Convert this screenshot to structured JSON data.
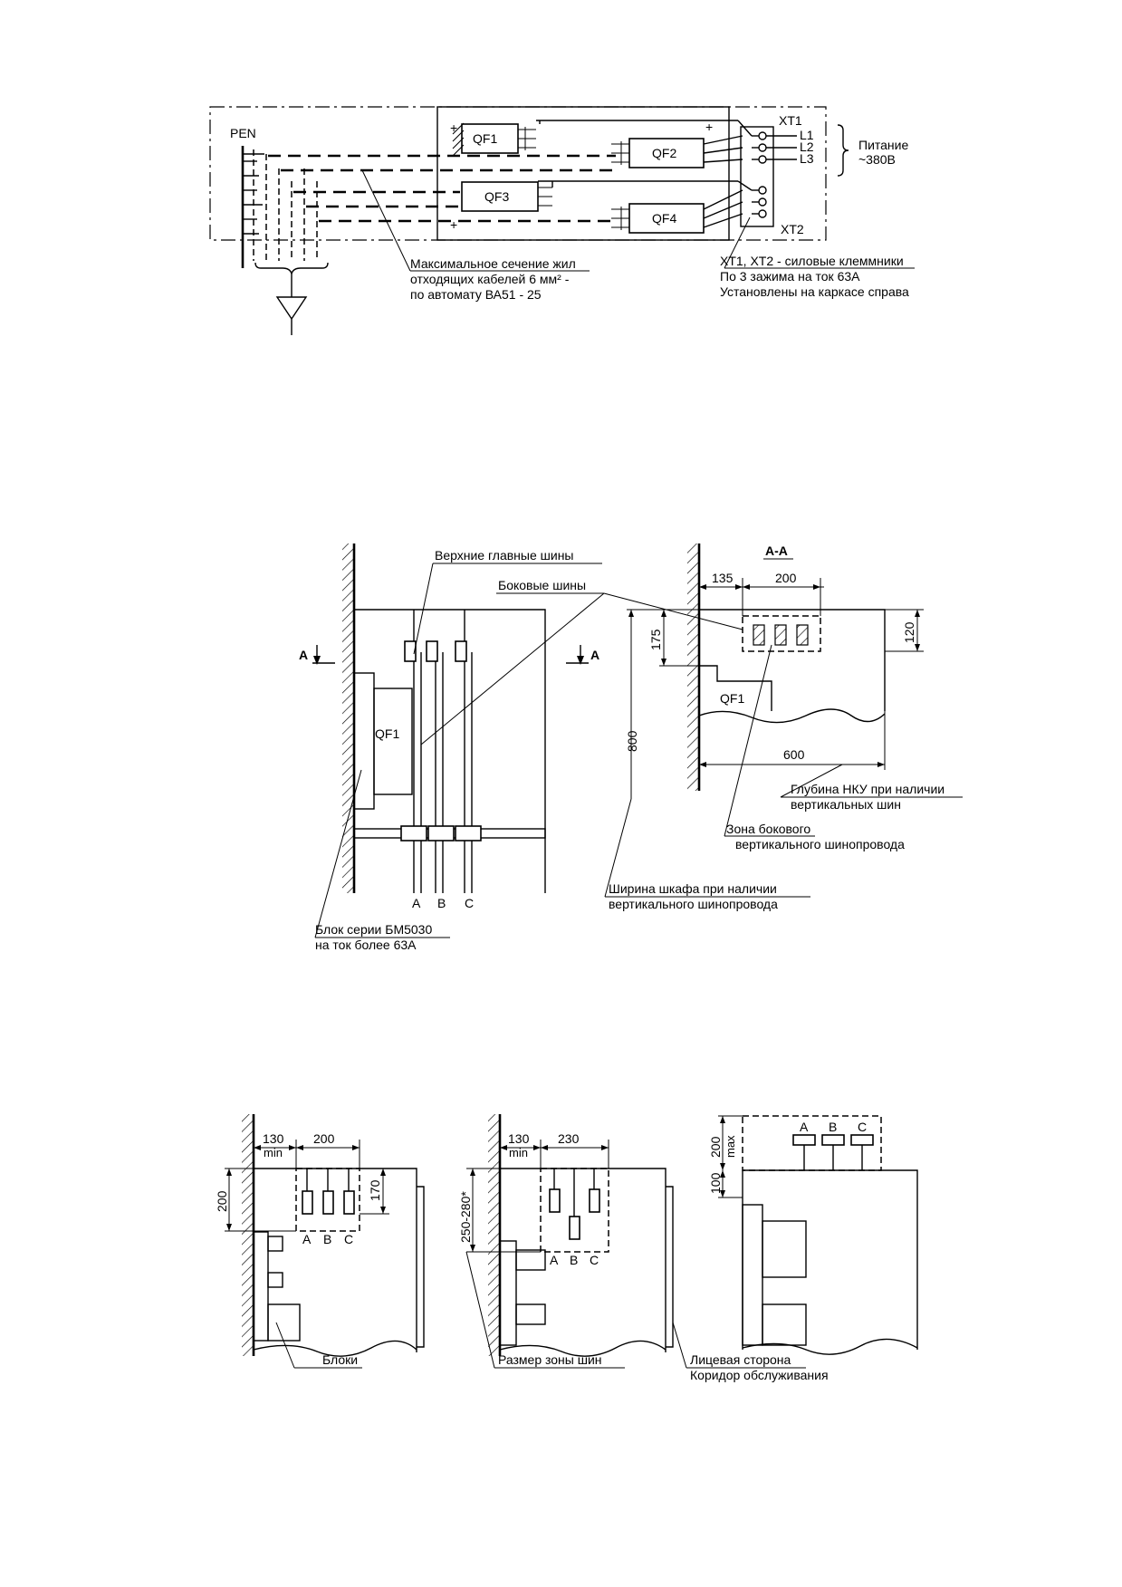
{
  "schematic": {
    "pen_label": "PEN",
    "breakers": [
      "QF1",
      "QF2",
      "QF3",
      "QF4"
    ],
    "terminal_xt1": "XT1",
    "terminal_xt2": "XT2",
    "phases": [
      "L1",
      "L2",
      "L3"
    ],
    "supply_label_1": "Питание",
    "supply_label_2": "~380В",
    "note_cable_1": "Максимальное сечение жил",
    "note_cable_2": "отходящих кабелей 6 мм² -",
    "note_cable_3": "по автомату ВА51 - 25",
    "note_term_1": "XT1, XT2 - силовые клеммники",
    "note_term_2": "По 3 зажима на ток 63А",
    "note_term_3": "Установлены на каркасе справа"
  },
  "middle": {
    "label_top_busbars": "Верхние главные шины",
    "label_side_busbars": "Боковые шины",
    "section_mark": "А",
    "section_title": "А-А",
    "breaker": "QF1",
    "phases": [
      "A",
      "B",
      "C"
    ],
    "dim_135": "135",
    "dim_200": "200",
    "dim_175": "175",
    "dim_120": "120",
    "dim_800": "800",
    "dim_600": "600",
    "label_block_1": "Блок серии БМ5030",
    "label_block_2": "на ток более 63А",
    "label_width_1": "Ширина шкафа при наличии",
    "label_width_2": "вертикального шинопровода",
    "label_depth_1": "Глубина НКУ при наличии",
    "label_depth_2": "вертикальных шин",
    "label_zone_1": "Зона бокового",
    "label_zone_2": "вертикального шинопровода"
  },
  "bottom": {
    "v1_dim_130": "130",
    "v1_dim_min": "min",
    "v1_dim_200": "200",
    "v1_dim_200v": "200",
    "v1_dim_170": "170",
    "v2_dim_130": "130",
    "v2_dim_min": "min",
    "v2_dim_230": "230",
    "v2_dim_250": "250-280*",
    "v3_dim_200": "200",
    "v3_dim_max": "max",
    "v3_dim_100": "100",
    "phases": [
      "A",
      "B",
      "C"
    ],
    "label_blocks": "Блоки",
    "label_bus_zone": "Размер зоны шин",
    "label_front_1": "Лицевая сторона",
    "label_front_2": "Коридор обслуживания"
  }
}
